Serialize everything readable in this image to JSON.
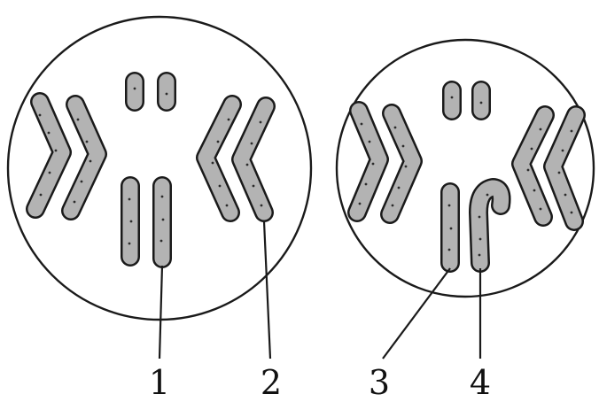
{
  "labels": {
    "label_1": "1",
    "label_2": "2",
    "label_3": "3",
    "label_4": "4"
  },
  "colors": {
    "outline": "#1a1a1a",
    "chromatid_fill": "#b3b3b3",
    "background": "#ffffff"
  }
}
